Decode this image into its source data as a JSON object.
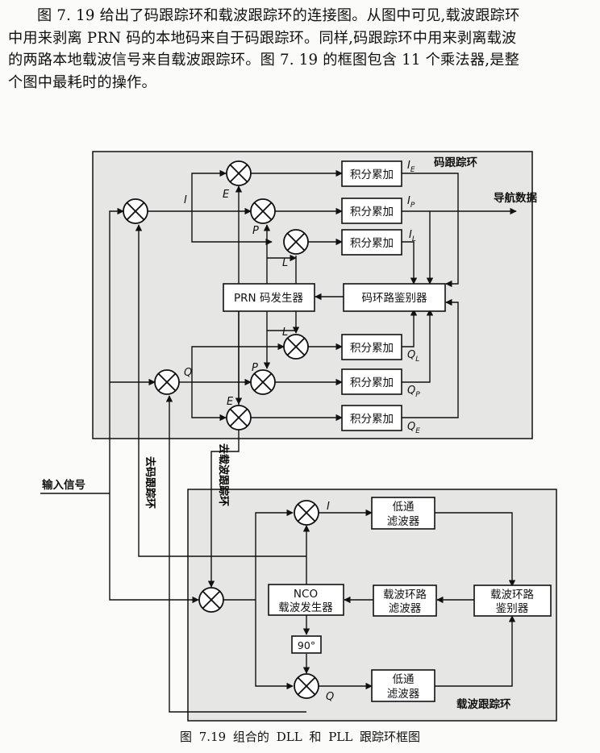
{
  "paragraph": {
    "lines": [
      "图 7. 19 给出了码跟踪环和载波跟踪环的连接图。从图中可见,载波跟踪环",
      "中用来剥离 PRN 码的本地码来自于码跟踪环。同样,码跟踪环中用来剥离载波",
      "的两路本地载波信号来自载波跟踪环。图 7. 19 的框图包含 11 个乘法器,是整",
      "个图中最耗时的操作。"
    ]
  },
  "diagram": {
    "dll_label": "码跟踪环",
    "pll_label": "载波跟踪环",
    "nav_data": "导航数据",
    "input_signal": "输入信号",
    "remove_code": "去码跟踪环",
    "remove_carrier": "去载波跟踪环",
    "integrator": "积分累加",
    "prn_gen": "PRN 码发生器",
    "code_disc": "码环路鉴别器",
    "lpf_line1": "低通",
    "lpf_line2": "滤波器",
    "carrier_filter_line1": "载波环路",
    "carrier_filter_line2": "滤波器",
    "carrier_disc_line1": "载波环路",
    "carrier_disc_line2": "鉴别器",
    "nco_line1": "NCO",
    "nco_line2": "载波发生器",
    "phase_shift": "90°",
    "sig_I": "I",
    "sig_Q": "Q",
    "sig_E": "E",
    "sig_P": "P",
    "sig_L": "L",
    "out_IE": "I",
    "out_IE_sub": "E",
    "out_IP": "I",
    "out_IP_sub": "P",
    "out_IL": "I",
    "out_IL_sub": "L",
    "out_QL": "Q",
    "out_QL_sub": "L",
    "out_QP": "Q",
    "out_QP_sub": "P",
    "out_QE": "Q",
    "out_QE_sub": "E"
  },
  "caption": "图 7.19   组合的 DLL 和 PLL 跟踪环框图"
}
